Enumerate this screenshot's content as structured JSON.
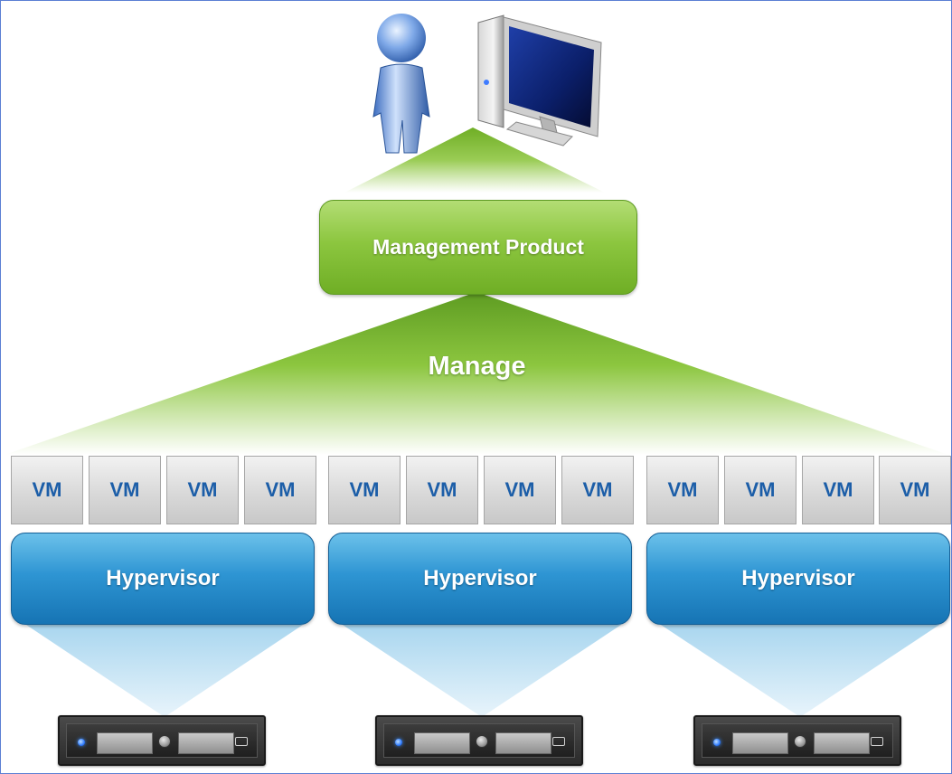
{
  "diagram": {
    "management_label": "Management Product",
    "manage_label": "Manage",
    "vm_label": "VM",
    "hypervisors": [
      {
        "label": "Hypervisor",
        "vms": [
          "VM",
          "VM",
          "VM",
          "VM"
        ]
      },
      {
        "label": "Hypervisor",
        "vms": [
          "VM",
          "VM",
          "VM",
          "VM"
        ]
      },
      {
        "label": "Hypervisor",
        "vms": [
          "VM",
          "VM",
          "VM",
          "VM"
        ]
      }
    ],
    "icons": [
      "user-icon",
      "computer-icon",
      "server-icon"
    ],
    "colors": {
      "management_green": "#8cc63f",
      "hypervisor_blue": "#2e95d3",
      "vm_text_blue": "#1c5ea8",
      "frame_border": "#5b7fd4"
    }
  }
}
